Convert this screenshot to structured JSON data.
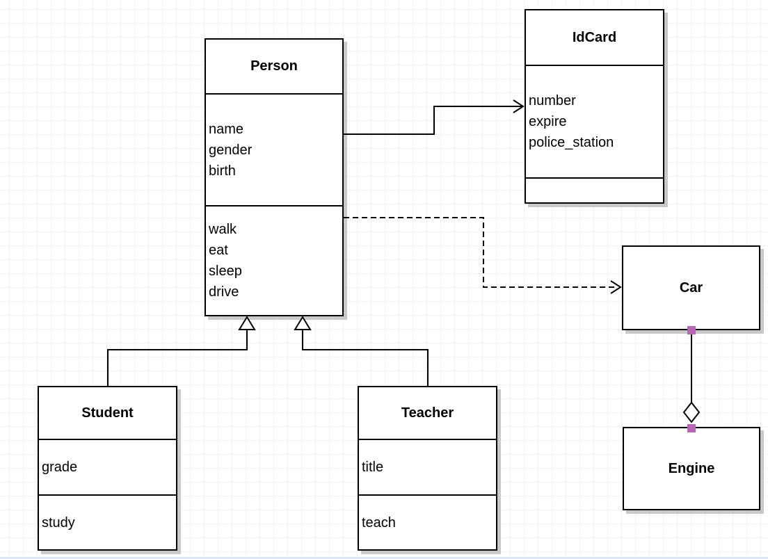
{
  "diagram": {
    "kind": "uml-class-diagram",
    "classes": [
      {
        "name": "Person",
        "attributes": [
          "name",
          "gender",
          "birth"
        ],
        "methods": [
          "walk",
          "eat",
          "sleep",
          "drive"
        ]
      },
      {
        "name": "IdCard",
        "attributes": [
          "number",
          "expire",
          "police_station"
        ],
        "methods": []
      },
      {
        "name": "Car",
        "attributes": [],
        "methods": []
      },
      {
        "name": "Engine",
        "attributes": [],
        "methods": []
      },
      {
        "name": "Student",
        "attributes": [
          "grade"
        ],
        "methods": [
          "study"
        ]
      },
      {
        "name": "Teacher",
        "attributes": [
          "title"
        ],
        "methods": [
          "teach"
        ]
      }
    ],
    "connections": [
      {
        "type": "association",
        "from": "Person",
        "to": "IdCard",
        "line": "solid",
        "arrow": "open-arrow"
      },
      {
        "type": "dependency",
        "from": "Person",
        "to": "Car",
        "line": "dashed",
        "arrow": "open-arrow"
      },
      {
        "type": "generalization",
        "from": "Student",
        "to": "Person",
        "line": "solid",
        "arrow": "hollow-triangle"
      },
      {
        "type": "generalization",
        "from": "Teacher",
        "to": "Person",
        "line": "solid",
        "arrow": "hollow-triangle"
      },
      {
        "type": "aggregation",
        "from": "Engine",
        "to": "Car",
        "line": "solid",
        "arrow": "hollow-diamond"
      }
    ],
    "colors": {
      "stroke": "#000000",
      "box_fill": "#ffffff",
      "shadow": "#c9c9c9",
      "grid_line": "#f2f1f2",
      "connection_point": "#b765b5"
    }
  }
}
